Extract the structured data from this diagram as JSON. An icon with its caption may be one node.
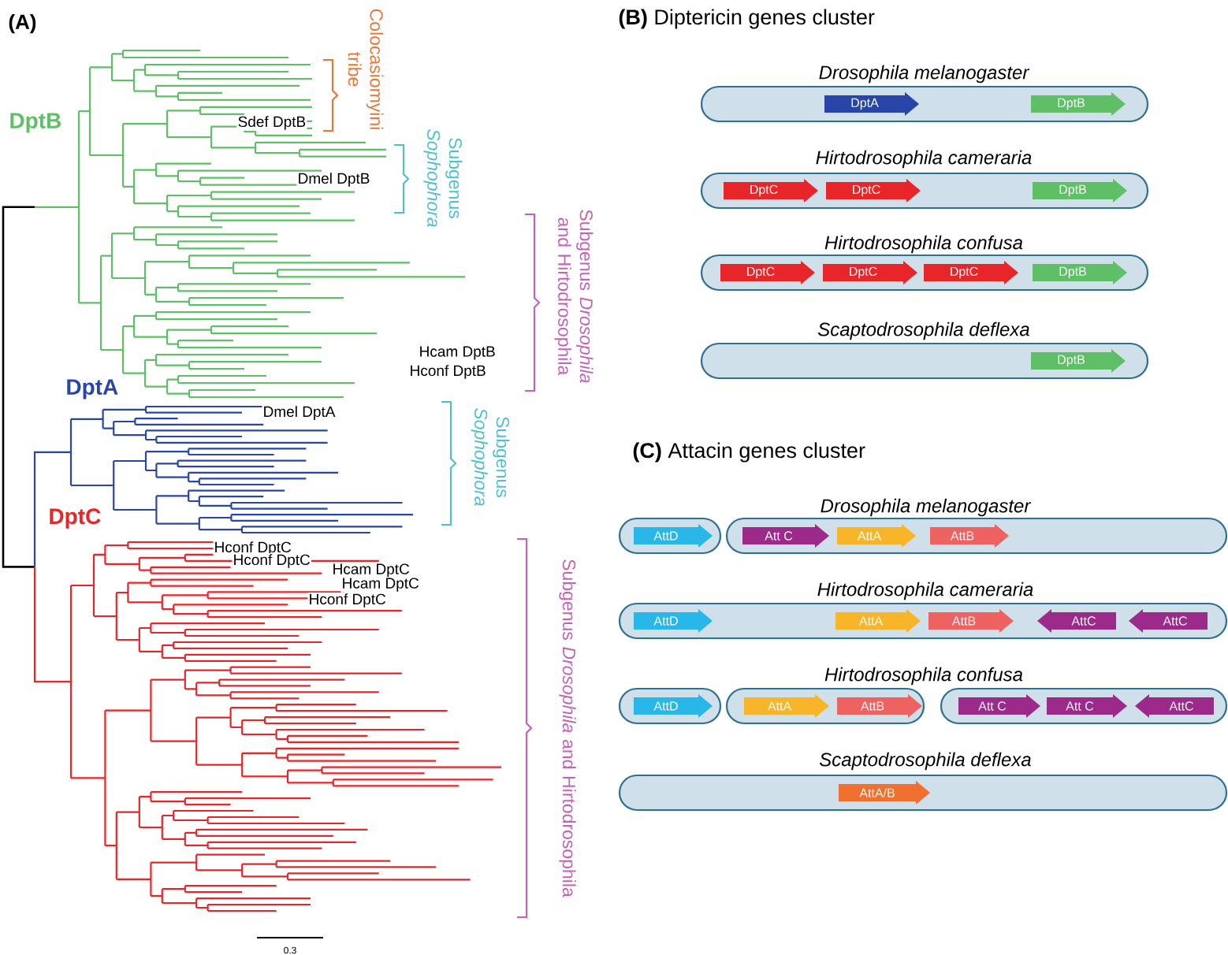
{
  "diagram": {
    "nodes": [
      {
        "text": [
          "Drosophila melanogaster"
        ]
      },
      {
        "text": [
          "DptA"
        ],
        "in": 0
      },
      {
        "text": [
          "DptB"
        ],
        "in": 0
      },
      {
        "text": [
          "Hirtodrosophila cameraria"
        ]
      },
      {
        "text": [
          "DptC"
        ],
        "in": 3
      },
      {
        "text": [
          "DptC"
        ],
        "in": 3
      },
      {
        "text": [
          "DptB"
        ],
        "in": 3
      },
      {
        "text": [
          "Hirtodrosophila confusa"
        ]
      },
      {
        "text": [
          "DptC"
        ],
        "in": 7
      },
      {
        "text": [
          "DptC"
        ],
        "in": 7
      },
      {
        "text": [
          "DptC"
        ],
        "in": 7
      },
      {
        "text": [
          "DptB"
        ],
        "in": 7
      },
      {
        "text": [
          "Scaptodrosophila deflexa"
        ]
      },
      {
        "text": [
          "DptB"
        ],
        "in": 12
      },
      {
        "text": [],
        "shape": "capsule"
      },
      {
        "text": [
          "AttD"
        ],
        "in": 14
      },
      {
        "text": [
          "Drosophila melanogaster"
        ]
      },
      {
        "text": [
          "Att C"
        ],
        "in": 16
      },
      {
        "text": [
          "AttA"
        ],
        "in": 16
      },
      {
        "text": [
          "AttB"
        ],
        "in": 16
      },
      {
        "text": [
          "Hirtodrosophila cameraria"
        ]
      },
      {
        "text": [
          "AttD"
        ],
        "in": 20
      },
      {
        "text": [
          "AttA"
        ],
        "in": 20
      },
      {
        "text": [
          "AttB"
        ],
        "in": 20
      },
      {
        "text": [
          "AttC"
        ],
        "in": 20
      },
      {
        "text": [
          "AttC"
        ],
        "in": 20
      },
      {
        "text": [],
        "shape": "capsule"
      },
      {
        "text": [
          "AttD"
        ],
        "in": 26
      },
      {
        "text": [
          "Hirtodrosophila confusa"
        ]
      },
      {
        "text": [
          "AttA"
        ],
        "in": 28
      },
      {
        "text": [
          "AttB"
        ],
        "in": 28
      },
      {
        "text": [],
        "shape": "capsule"
      },
      {
        "text": [
          "Att C"
        ],
        "in": 31
      },
      {
        "text": [
          "Att C"
        ],
        "in": 31
      },
      {
        "text": [
          "AttC"
        ],
        "in": 31
      },
      {
        "text": [
          "Scaptodrosophila deflexa"
        ]
      },
      {
        "text": [
          "AttA/B"
        ],
        "in": 35
      }
    ],
    "labels": [
      "(A)",
      "DptB",
      "Colocasiomyini tribe",
      "Sdef DptB",
      "Subgenus *Sophophora*",
      "Dmel DptB",
      "Subgenus *Drosophila* and Hirtodrosophila",
      "Hcam DptB",
      "Hconf DptB",
      "DptA",
      "Dmel DptA",
      "Subgenus *Sophophora*",
      "DptC",
      "Hconf DptC",
      "Hconf DptC",
      "Hcam DptC",
      "Hcam DptC",
      "Hconf DptC",
      "Subgenus *Drosophila* and Hirtodrosophila",
      "0.3",
      "**(B)** Diptericin genes cluster",
      "**(C)** Attacin genes cluster"
    ]
  }
}
